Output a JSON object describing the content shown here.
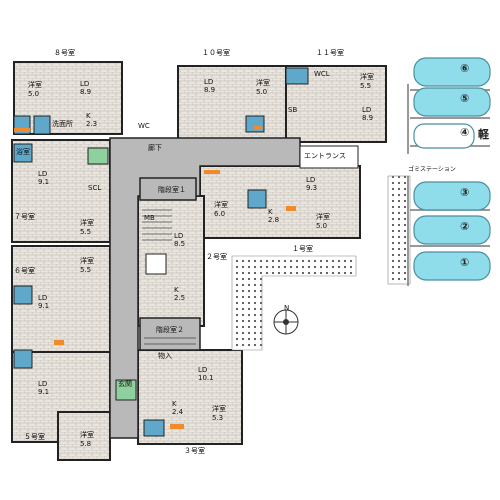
{
  "units": {
    "u8": "８号室",
    "u10": "１０号室",
    "u11": "１１号室",
    "u7": "７号室",
    "u6": "６号室",
    "u5": "５号室",
    "u1": "１号室",
    "u2": "２号室",
    "u3": "３号室"
  },
  "rooms": {
    "r8_ldk": "LD\n8.9",
    "r8_wa": "洋室\n5.0",
    "r10_ld": "LD\n8.9",
    "r10_wa": "洋室\n5.0",
    "r11_wa": "洋室\n5.5",
    "r11_ld": "LD\n8.9",
    "r7_ld": "LD\n9.1",
    "r7_wa": "洋室\n5.5",
    "r6_wa": "洋室\n5.5",
    "r6_ld": "LD\n9.1",
    "r5_ld": "LD\n9.1",
    "r5_wa": "洋室\n5.8",
    "r1_ld": "LD\n9.3",
    "r1_wa": "洋室\n5.0",
    "r2_ld": "LD\n8.5",
    "r2_wa": "洋室\n6.0",
    "r3_ld": "LD\n10.1",
    "r3_wa": "洋室\n5.3"
  },
  "labels": {
    "hall": "廊下",
    "stair1": "階段室１",
    "stair2": "階段室２",
    "entrance": "エントランス",
    "garbage": "ゴミステーション",
    "storage": "物入",
    "k1": "K\n2.3",
    "k2": "K\n2.5",
    "k3": "K\n2.4",
    "k4": "K\n2.8",
    "wcl": "WCL",
    "scl": "SCL",
    "mb": "MB",
    "wc": "WC",
    "bath": "浴室",
    "wash": "洗面所",
    "genkan": "玄関",
    "sb": "SB",
    "light_car": "軽",
    "north": "N"
  },
  "parking": [
    "⑥",
    "⑤",
    "④",
    "③",
    "②",
    "①"
  ]
}
